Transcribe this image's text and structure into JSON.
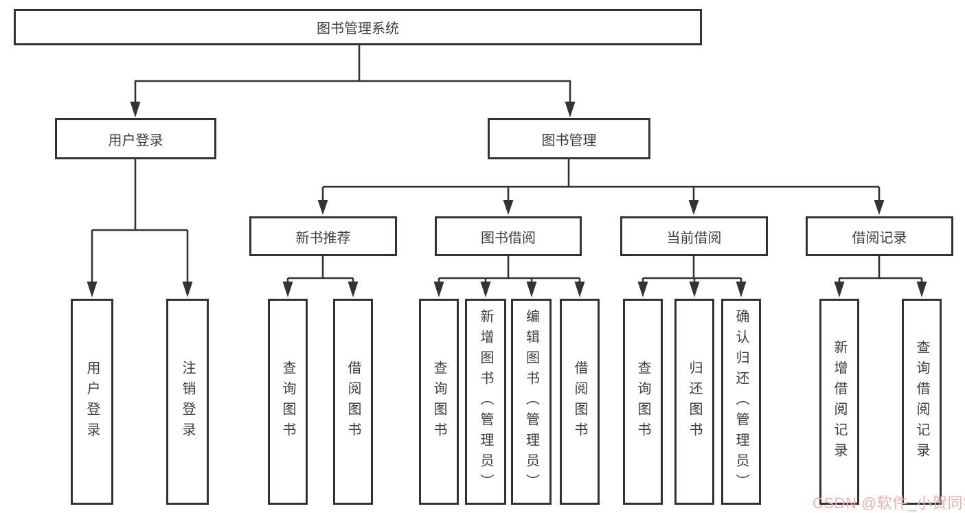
{
  "diagram_title": "图书管理系统",
  "colors": {
    "line": "#333333",
    "box_border": "#323232",
    "box_fill": "#ffffff",
    "text": "#3d3d3d",
    "watermark": "#f0b1ad",
    "background": "#ffffff"
  },
  "tree": {
    "label": "图书管理系统",
    "children": [
      {
        "label": "用户登录",
        "children": [
          {
            "label": "用户登录"
          },
          {
            "label": "注销登录"
          }
        ]
      },
      {
        "label": "图书管理",
        "children": [
          {
            "label": "新书推荐",
            "children": [
              {
                "label": "查询图书"
              },
              {
                "label": "借阅图书"
              }
            ]
          },
          {
            "label": "图书借阅",
            "children": [
              {
                "label": "查询图书"
              },
              {
                "label": "新增图书（管理员）"
              },
              {
                "label": "编辑图书（管理员）"
              },
              {
                "label": "借阅图书"
              }
            ]
          },
          {
            "label": "当前借阅",
            "children": [
              {
                "label": "查询图书"
              },
              {
                "label": "归还图书"
              },
              {
                "label": "确认归还（管理员）"
              }
            ]
          },
          {
            "label": "借阅记录",
            "children": [
              {
                "label": "新增借阅记录"
              },
              {
                "label": "查询借阅记录"
              }
            ]
          }
        ]
      }
    ]
  },
  "watermark": {
    "text": "CSDN @软件_小贺同学"
  }
}
